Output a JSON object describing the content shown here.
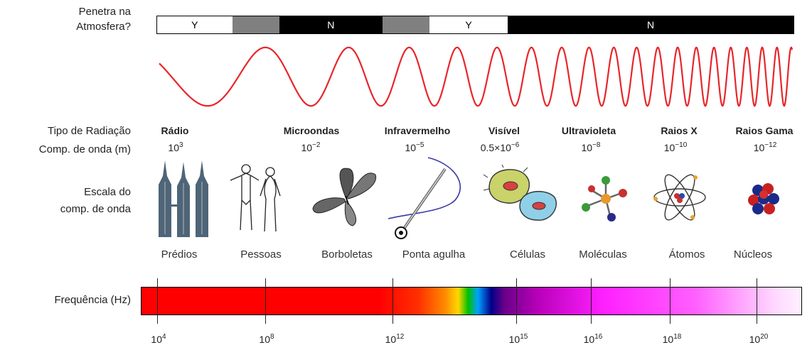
{
  "atmosphere": {
    "label_line1": "Penetra na",
    "label_line2": "Atmosfera?",
    "segments": [
      {
        "state": "Y",
        "label": "Y",
        "fraction": 0.118
      },
      {
        "state": "G",
        "label": "",
        "fraction": 0.074
      },
      {
        "state": "N",
        "label": "N",
        "fraction": 0.162
      },
      {
        "state": "G",
        "label": "",
        "fraction": 0.074
      },
      {
        "state": "Y",
        "label": "Y",
        "fraction": 0.123
      },
      {
        "state": "N",
        "label": "N",
        "fraction": 0.449
      }
    ]
  },
  "rows": {
    "radiation_type": "Tipo de Radiação",
    "wavelength": "Comp. de onda (m)",
    "scale_line1": "Escala do",
    "scale_line2": "comp. de onda",
    "frequency": "Frequência (Hz)"
  },
  "radiation": [
    {
      "name": "Rádio",
      "base": "10",
      "exp": "3"
    },
    {
      "name": "Microondas",
      "base": "10",
      "exp": "−2"
    },
    {
      "name": "Infravermelho",
      "base": "10",
      "exp": "−5"
    },
    {
      "name": "Visível",
      "base": "0.5×10",
      "exp": "−6"
    },
    {
      "name": "Ultravioleta",
      "base": "10",
      "exp": "−8"
    },
    {
      "name": "Raios X",
      "base": "10",
      "exp": "−10"
    },
    {
      "name": "Raios Gama",
      "base": "10",
      "exp": "−12"
    }
  ],
  "scale_objects": [
    {
      "label": "Prédios",
      "icon": "buildings-icon"
    },
    {
      "label": "Pessoas",
      "icon": "people-icon"
    },
    {
      "label": "Borboletas",
      "icon": "butterfly-icon"
    },
    {
      "label": "Ponta agulha",
      "icon": "needle-icon"
    },
    {
      "label": "Células",
      "icon": "cells-icon"
    },
    {
      "label": "Moléculas",
      "icon": "molecule-icon"
    },
    {
      "label": "Átomos",
      "icon": "atom-icon"
    },
    {
      "label": "Núcleos",
      "icon": "nucleus-icon"
    }
  ],
  "frequency_ticks": [
    {
      "base": "10",
      "exp": "4"
    },
    {
      "base": "10",
      "exp": "8"
    },
    {
      "base": "10",
      "exp": "12"
    },
    {
      "base": "10",
      "exp": "15"
    },
    {
      "base": "10",
      "exp": "16"
    },
    {
      "base": "10",
      "exp": "18"
    },
    {
      "base": "10",
      "exp": "20"
    }
  ],
  "colors": {
    "wave": "#e8262a",
    "building": "#4f6577",
    "butterfly": "#555555",
    "cell": "#c9d36a",
    "cell2": "#8fd0e8"
  }
}
